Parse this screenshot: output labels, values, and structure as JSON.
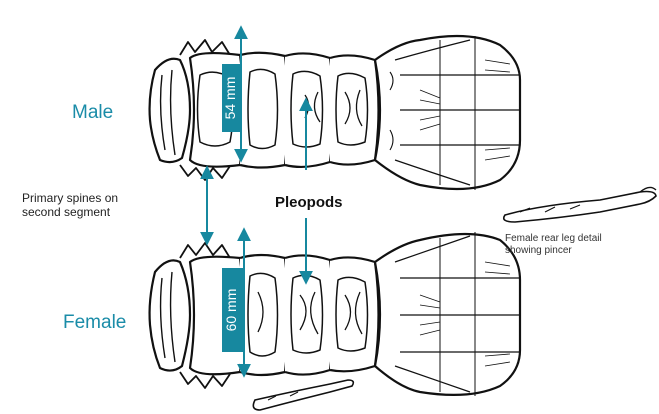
{
  "labels": {
    "male": "Male",
    "female": "Female",
    "primary_spines_line1": "Primary spines on",
    "primary_spines_line2": "second segment",
    "pleopods": "Pleopods",
    "rear_leg_line1": "Female rear leg detail",
    "rear_leg_line2": "showing pincer"
  },
  "measurements": {
    "male": "54 mm",
    "female": "60 mm"
  },
  "colors": {
    "accent": "#1a8ca8",
    "measure_fill": "#17889f",
    "ink": "#222222"
  }
}
